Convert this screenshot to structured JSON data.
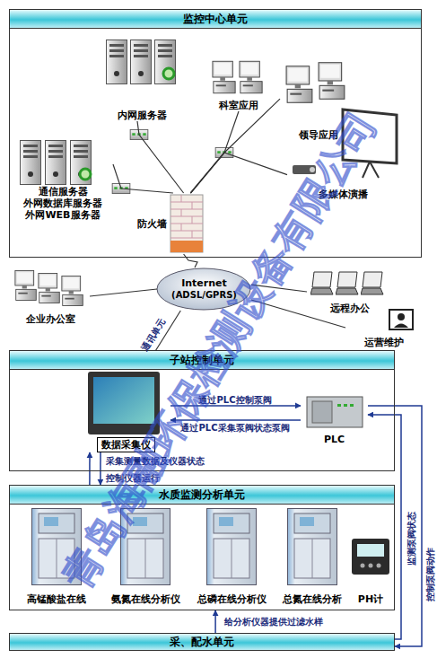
{
  "diagram": {
    "nodes": [
      {
        "text": [
          "监控中心单元"
        ]
      },
      {
        "text": [
          "内网服务器"
        ],
        "in": 0
      },
      {
        "text": [
          "科室应用"
        ],
        "in": 0
      },
      {
        "text": [
          "领导应用"
        ],
        "in": 0
      },
      {
        "text": [
          "通信服务器",
          "外网数据库服务器",
          "外网WEB服务器"
        ],
        "in": 0
      },
      {
        "text": [
          "防火墙"
        ],
        "in": 0
      },
      {
        "text": [
          "多媒体演播"
        ],
        "in": 0
      },
      {
        "text": [
          "Internet",
          "(ADSL/GPRS)"
        ]
      },
      {
        "text": [
          "企业办公室"
        ]
      },
      {
        "text": [
          "远程办公"
        ]
      },
      {
        "text": [
          "运营维护"
        ]
      },
      {
        "text": [
          "子站控制单元"
        ]
      },
      {
        "text": [
          "数据采集仪"
        ],
        "in": 11
      },
      {
        "text": [
          "PLC"
        ],
        "in": 11
      },
      {
        "text": [
          "水质监测分析单元"
        ]
      },
      {
        "text": [
          "高锰酸盐在线"
        ],
        "in": 14
      },
      {
        "text": [
          "氨氮在线分析仪"
        ],
        "in": 14
      },
      {
        "text": [
          "总磷在线分析仪"
        ],
        "in": 14
      },
      {
        "text": [
          "总氮在线分析"
        ],
        "in": 14
      },
      {
        "text": [
          "PH计"
        ],
        "in": 14
      },
      {
        "text": [
          "采、配水单元"
        ]
      }
    ],
    "edges": [
      {
        "from": 1,
        "to": 5,
        "arrow": "none"
      },
      {
        "from": 4,
        "to": 5,
        "arrow": "none"
      },
      {
        "from": 2,
        "to": 5,
        "arrow": "none"
      },
      {
        "from": 3,
        "to": 5,
        "arrow": "none"
      },
      {
        "from": 6,
        "to": 5,
        "arrow": "none"
      },
      {
        "from": 5,
        "to": 7,
        "arrow": "none"
      },
      {
        "from": 8,
        "to": 7,
        "arrow": "none"
      },
      {
        "from": 9,
        "to": 7,
        "arrow": "none"
      },
      {
        "from": 10,
        "to": 7,
        "arrow": "none"
      },
      {
        "from": 7,
        "to": 12,
        "label": "通讯单元",
        "arrow": "none"
      },
      {
        "from": 12,
        "to": 13,
        "label": "通过PLC控制泵阀",
        "arrow": "to"
      },
      {
        "from": 13,
        "to": 12,
        "label": "通过PLC采集泵阀状态泵阀",
        "arrow": "to"
      },
      {
        "from": 14,
        "to": 12,
        "label": "采集测量数据及仪器状态",
        "arrow": "to"
      },
      {
        "from": 12,
        "to": 14,
        "label": "控制仪器运行",
        "arrow": "to"
      },
      {
        "from": 20,
        "to": 14,
        "label": "给分析仪器提供过滤水样",
        "arrow": "to"
      },
      {
        "from": 20,
        "to": 13,
        "label": "监测泵阀状态",
        "arrow": "to"
      },
      {
        "from": 13,
        "to": 20,
        "label": "控制泵阀动作",
        "arrow": "to"
      }
    ],
    "labels": [
      "青岛海融环保检测设备有限公司"
    ]
  }
}
